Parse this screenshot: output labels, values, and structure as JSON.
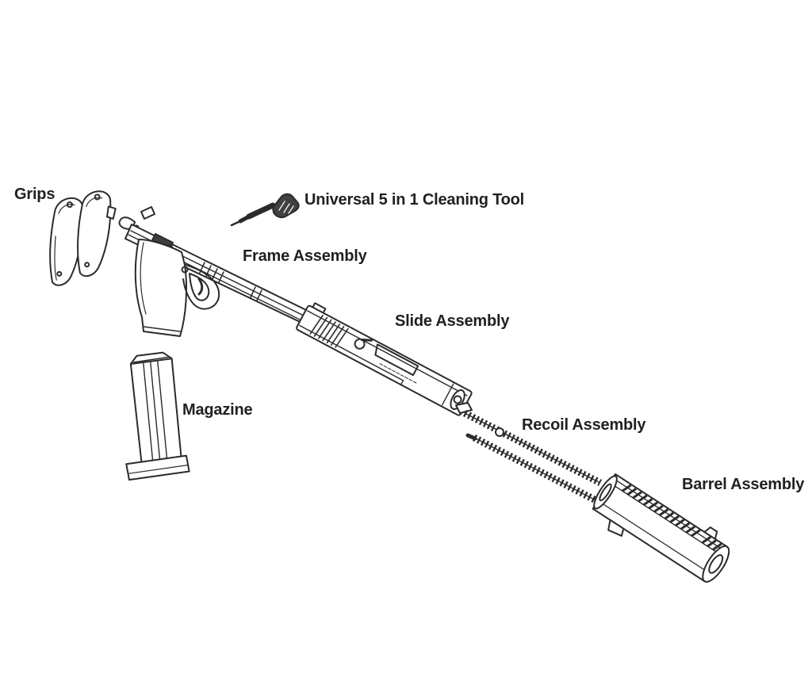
{
  "diagram": {
    "kind": "exploded-parts-diagram",
    "colors": {
      "line": "#2b2b2b",
      "text": "#231f20",
      "background": "#ffffff"
    },
    "parts": [
      {
        "id": "grips",
        "label": "Grips"
      },
      {
        "id": "cleaning-tool",
        "label": "Universal 5 in 1 Cleaning Tool"
      },
      {
        "id": "frame-assembly",
        "label": "Frame Assembly"
      },
      {
        "id": "slide-assembly",
        "label": "Slide Assembly"
      },
      {
        "id": "magazine",
        "label": "Magazine"
      },
      {
        "id": "recoil-assembly",
        "label": "Recoil Assembly"
      },
      {
        "id": "barrel-assembly",
        "label": "Barrel Assembly"
      }
    ]
  }
}
